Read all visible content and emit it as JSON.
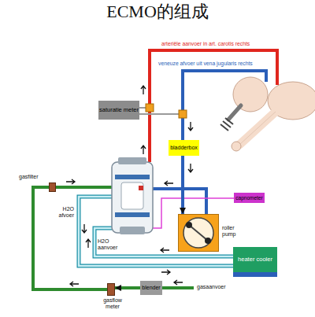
{
  "diagram": {
    "title": "ECMO的组成",
    "nodes": [
      {
        "text": [
          "saturatie meter"
        ]
      },
      {
        "text": [
          "bladderbox"
        ]
      },
      {
        "text": [
          "capnometer"
        ]
      },
      {
        "text": [
          "roller pump"
        ]
      },
      {
        "text": [
          "heater cooler"
        ]
      },
      {
        "text": [
          "blender"
        ]
      },
      {
        "text": [
          "gasflow meter"
        ]
      },
      {
        "text": [
          "gasfilter"
        ]
      }
    ],
    "edges": [
      {
        "from": 1,
        "to": 3,
        "arrow": "to"
      },
      {
        "from": 5,
        "to": 6,
        "arrow": "to"
      },
      {
        "from": 6,
        "to": 7,
        "arrow": "none"
      }
    ],
    "labels": [
      "arteriële aanvoer in art. carotis rechts",
      "veneuze afvoer uit vena jugularis rechts",
      "H2O afvoer",
      "H2O aanvoer",
      "gasaanvoer"
    ]
  }
}
